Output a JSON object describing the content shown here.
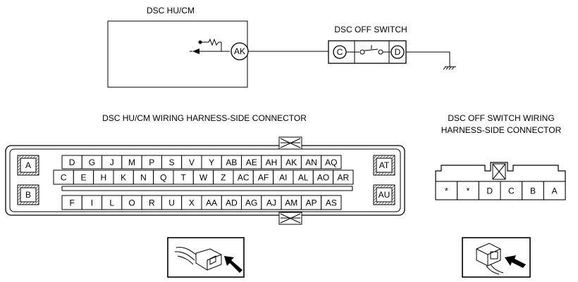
{
  "schematic": {
    "module_label": "DSC HU/CM",
    "module_terminal": "AK",
    "switch_label": "DSC OFF SWITCH",
    "switch_terminals": [
      "C",
      "D"
    ]
  },
  "hu_connector": {
    "title": "DSC HU/CM WIRING HARNESS-SIDE CONNECTOR",
    "left_tabs": [
      "A",
      "B"
    ],
    "right_tabs": [
      "AT",
      "AU"
    ],
    "row1": [
      "D",
      "G",
      "J",
      "M",
      "P",
      "S",
      "V",
      "Y",
      "AB",
      "AE",
      "AH",
      "AK",
      "AN",
      "AQ"
    ],
    "row2": [
      "C",
      "E",
      "H",
      "K",
      "N",
      "Q",
      "T",
      "W",
      "Z",
      "AC",
      "AF",
      "AI",
      "AL",
      "AO",
      "AR"
    ],
    "row3": [
      "F",
      "I",
      "L",
      "O",
      "R",
      "U",
      "X",
      "AA",
      "AD",
      "AG",
      "AJ",
      "AM",
      "AP",
      "AS"
    ]
  },
  "switch_connector": {
    "title_line1": "DSC OFF SWITCH WIRING",
    "title_line2": "HARNESS-SIDE CONNECTOR",
    "pins": [
      "*",
      "*",
      "D",
      "C",
      "B",
      "A"
    ]
  }
}
